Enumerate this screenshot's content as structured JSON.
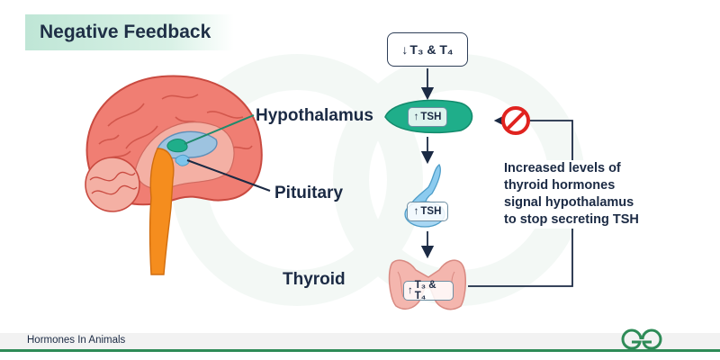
{
  "title": "Negative Feedback",
  "labels": {
    "hypothalamus": "Hypothalamus",
    "pituitary": "Pituitary",
    "thyroid": "Thyroid"
  },
  "top_box": {
    "arrow": "↓",
    "text": "T₃ & T₄"
  },
  "tsh_badges": {
    "hypothalamus": {
      "arrow": "↑",
      "text": "TSH"
    },
    "pituitary": {
      "arrow": "↑",
      "text": "TSH"
    },
    "thyroid": {
      "arrow": "↑",
      "text": "T₃ & T₄"
    }
  },
  "note_lines": [
    "Increased levels of",
    "thyroid hormones",
    "signal hypothalamus",
    "to stop secreting TSH"
  ],
  "footer": {
    "text": "Hormones In Animals"
  },
  "colors": {
    "brain": "#f07e73",
    "brain_outline": "#c94a40",
    "hypothalamus": "#1fae8a",
    "pituitary": "#7cc4ec",
    "spinal": "#f58d1e",
    "thyroid": "#f4b6ae",
    "stop_sign": "#e0231f",
    "brand_green": "#2e8b57"
  },
  "icons": [
    "stop-icon",
    "arrow-down-icon",
    "gfg-logo"
  ]
}
